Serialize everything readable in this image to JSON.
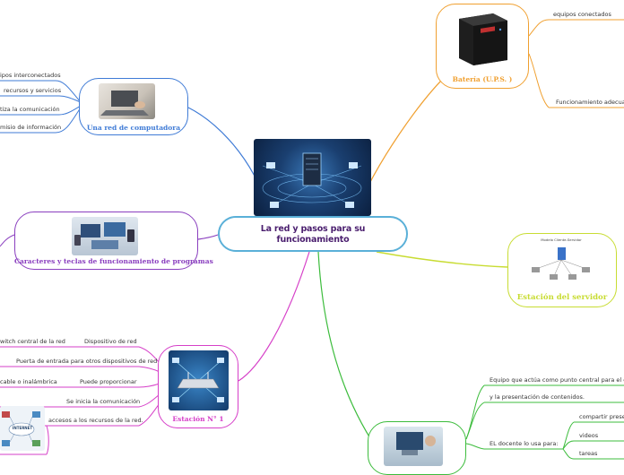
{
  "central": {
    "line1": "La red y pasos para su",
    "line2": "funcionamiento"
  },
  "topics": {
    "red": {
      "label": "Una red de computadora",
      "color": "#3f7bd6",
      "leaves": [
        "ipos interconectados",
        "recursos y servicios",
        "tiza la comunicación",
        "misio de información"
      ]
    },
    "caracteres": {
      "label": "Caracteres y teclas de funcionamiento de programas",
      "color": "#8a3fbf"
    },
    "estacion": {
      "label": "Estación N° 1",
      "color": "#d63fc8",
      "leaves": [
        "witch central de la red",
        "Dispositivo de red",
        "Puerta de entrada para otros dispositivos de red",
        "cable o inalámbrica",
        "Puede proporcionar",
        "Se inicia la comunicación",
        "accesos a los recursos de la red."
      ],
      "internet": "INTERNET"
    },
    "bateria": {
      "label": "Batería (U.P.S. )",
      "color": "#f0a030",
      "leaves": [
        "equipos conectados",
        "Funcionamiento adecuado"
      ]
    },
    "servidor": {
      "label": "Estación del servidor",
      "color": "#c8dc32",
      "diagram_title": "Modelo Cliente-Servidor"
    },
    "docente": {
      "color": "#3cbc3c",
      "leaves": [
        "Equipo que actúa como punto central para el control",
        "y la presentación de contenidos.",
        "EL docente lo usa para:",
        "compartir present",
        "videos",
        "tareas"
      ]
    }
  }
}
